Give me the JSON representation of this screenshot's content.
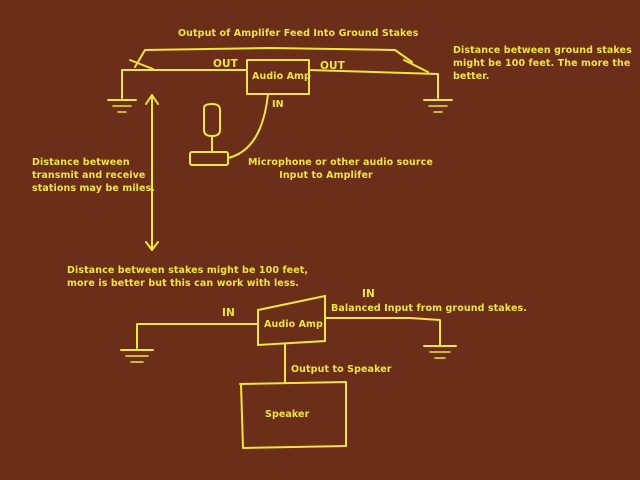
{
  "colors": {
    "background": "#6b2f19",
    "ink": "#f0e442"
  },
  "transmitter": {
    "title": "Output of Amplifer Feed Into Ground Stakes",
    "amp_label": "Audio Amp",
    "out_left": "OUT",
    "out_right": "OUT",
    "in_label": "IN",
    "stake_note": [
      "Distance between ground stakes",
      "might be 100 feet.  The more the",
      "better."
    ],
    "source_label": [
      "Microphone or other audio source",
      "Input to Amplifer"
    ]
  },
  "distance_note": [
    "Distance between",
    "transmit and receive",
    "stations may be miles."
  ],
  "receiver": {
    "stake_note": [
      "Distance between stakes might be 100 feet,",
      "more is better but this can work with less."
    ],
    "amp_label": "Audio Amp",
    "in_left": "IN",
    "in_right": "IN",
    "balanced_input": "Balanced Input from ground stakes.",
    "output_label": "Output to Speaker",
    "speaker_label": "Speaker"
  }
}
